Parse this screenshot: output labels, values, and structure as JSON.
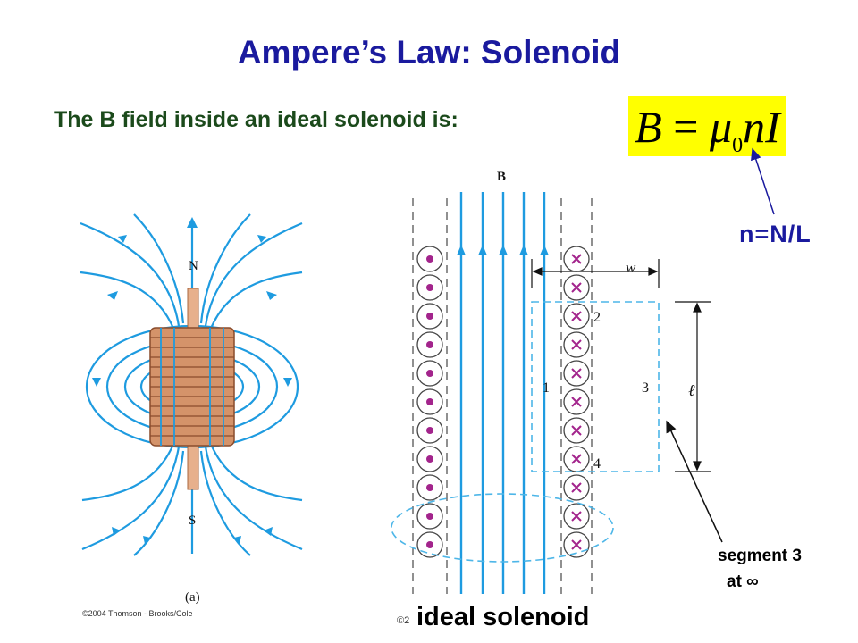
{
  "title": "Ampere’s Law: Solenoid",
  "subtitle": "The B field inside an ideal solenoid is:",
  "formula": "B = μ0nI",
  "formula_parts": {
    "lhs": "B",
    "eq": "=",
    "mu": "μ",
    "sub": "0",
    "rest": "nI"
  },
  "annotation_n": "n=N/L",
  "annotation_segment": "segment 3",
  "annotation_segment_at": "at ∞",
  "caption_ideal": "ideal solenoid",
  "copyright": "©2004 Thomson - Brooks/Cole",
  "copyright_short": "©2",
  "left_figure": {
    "north": "N",
    "south": "S",
    "panel": "(a)"
  },
  "right_figure": {
    "field": "B",
    "width": "w",
    "length": "ℓ",
    "seg1": "1",
    "seg2": "2",
    "seg3": "3",
    "seg4": "4"
  },
  "colors": {
    "title": "#1a1a9e",
    "subtitle": "#1b4a1b",
    "field_lines": "#1e9be0",
    "coil": "#d4936a",
    "wire_dots": "#a3248c",
    "formula_bg": "#ffff00"
  }
}
